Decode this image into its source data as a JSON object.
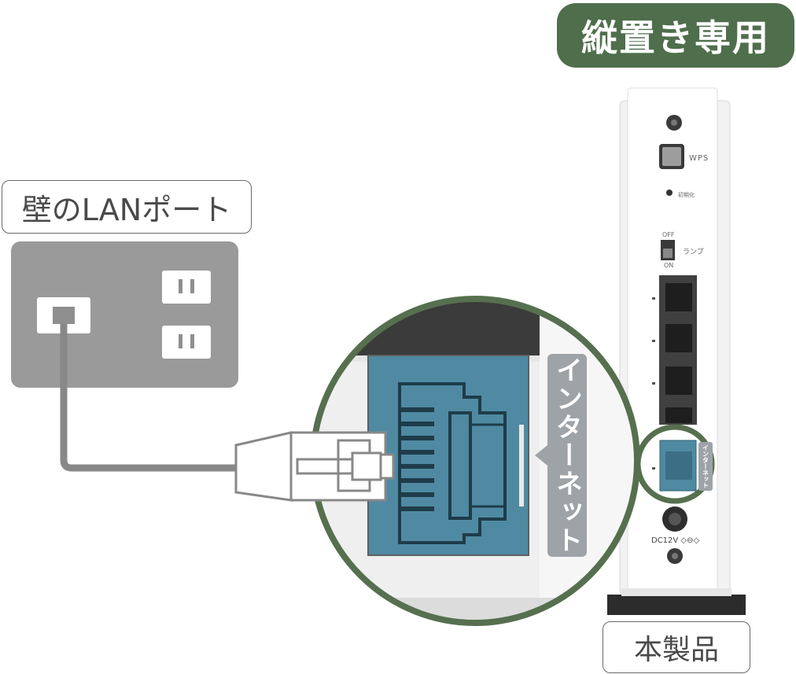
{
  "badge": {
    "text": "縦置き専用",
    "color": "#4f6e4c"
  },
  "wall_port": {
    "label": "壁のLANポート"
  },
  "product": {
    "label": "本製品"
  },
  "router": {
    "wps_label": "WPS",
    "init_label": "初期化",
    "lamp_label": "ランプ",
    "lamp_off": "OFF",
    "lamp_on": "ON",
    "internet_label": "インターネット",
    "power_label": "DC12V ◇⊖◇"
  },
  "zoom": {
    "internet_label": "インターネット"
  },
  "colors": {
    "highlight": "#56704f",
    "port_blue": "#4f8aa2",
    "wall_plate": "#9a9a9a",
    "cable": "#888888"
  }
}
